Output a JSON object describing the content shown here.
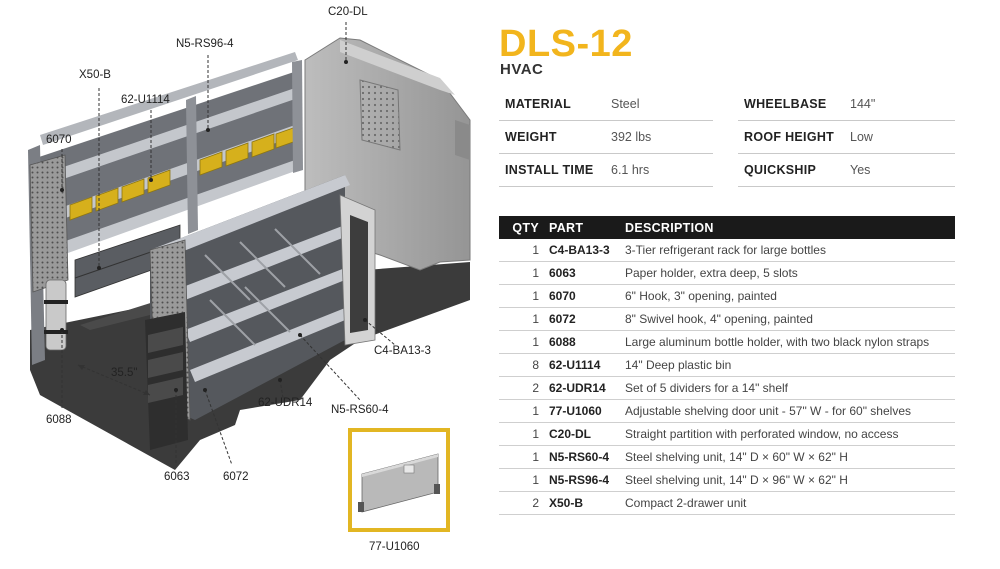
{
  "product": {
    "title": "DLS-12",
    "subtitle": "HVAC"
  },
  "specs_left": [
    {
      "label": "MATERIAL",
      "value": "Steel"
    },
    {
      "label": "WEIGHT",
      "value": "392 lbs"
    },
    {
      "label": "INSTALL TIME",
      "value": "6.1 hrs"
    }
  ],
  "specs_right": [
    {
      "label": "WHEELBASE",
      "value": "144\""
    },
    {
      "label": "ROOF HEIGHT",
      "value": "Low"
    },
    {
      "label": "QUICKSHIP",
      "value": "Yes"
    }
  ],
  "parts_table": {
    "headers": {
      "qty": "QTY",
      "part": "PART",
      "description": "DESCRIPTION"
    },
    "rows": [
      {
        "qty": "1",
        "part": "C4-BA13-3",
        "description": "3-Tier refrigerant rack for large bottles"
      },
      {
        "qty": "1",
        "part": "6063",
        "description": "Paper holder, extra deep, 5 slots"
      },
      {
        "qty": "1",
        "part": "6070",
        "description": "6\" Hook, 3\" opening, painted"
      },
      {
        "qty": "1",
        "part": "6072",
        "description": "8\" Swivel hook, 4\" opening, painted"
      },
      {
        "qty": "1",
        "part": "6088",
        "description": "Large aluminum bottle holder, with two black nylon straps"
      },
      {
        "qty": "8",
        "part": "62-U1114",
        "description": "14\" Deep plastic bin"
      },
      {
        "qty": "2",
        "part": "62-UDR14",
        "description": "Set of 5 dividers for a 14\" shelf"
      },
      {
        "qty": "1",
        "part": "77-U1060",
        "description": "Adjustable shelving door unit - 57\" W - for 60\" shelves"
      },
      {
        "qty": "1",
        "part": "C20-DL",
        "description": "Straight partition with perforated window, no access"
      },
      {
        "qty": "1",
        "part": "N5-RS60-4",
        "description": "Steel shelving unit, 14\" D × 60\" W × 62\" H"
      },
      {
        "qty": "1",
        "part": "N5-RS96-4",
        "description": "Steel shelving unit, 14\" D × 96\" W × 62\" H"
      },
      {
        "qty": "2",
        "part": "X50-B",
        "description": "Compact 2-drawer unit"
      }
    ]
  },
  "illustration": {
    "callouts": {
      "c20dl": "C20-DL",
      "n5rs96": "N5-RS96-4",
      "x50b": "X50-B",
      "u1114": "62-U1114",
      "h6070": "6070",
      "ba13": "C4-BA13-3",
      "dim": "35.5\"",
      "udr14": "62-UDR14",
      "rs60": "N5-RS60-4",
      "h6088": "6088",
      "h6063": "6063",
      "h6072": "6072",
      "inset": "77-U1060"
    },
    "colors": {
      "floor": "#3a3a3a",
      "shelf_steel": "#8d9097",
      "shelf_edge": "#c7cad0",
      "bin_yellow": "#d6b01c",
      "partition": "#a9a9a9",
      "accent": "#f2b51d"
    }
  }
}
